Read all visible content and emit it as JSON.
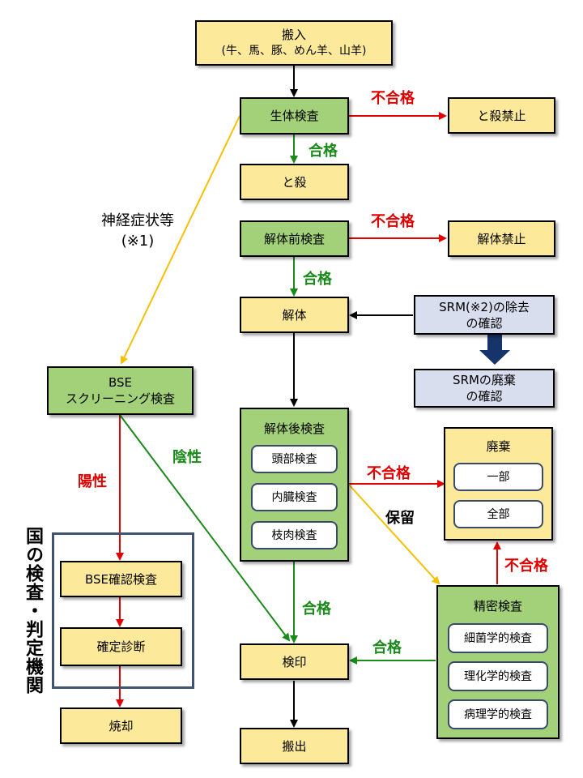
{
  "nodes": {
    "transport_in": {
      "line1": "搬入",
      "line2": "(牛、馬、豚、めん羊、山羊)"
    },
    "live_inspection": "生体検査",
    "slaughter_ban": "と殺禁止",
    "slaughter": "と殺",
    "pre_dressing_inspection": "解体前検査",
    "dressing_ban": "解体禁止",
    "dressing": "解体",
    "srm_removal": {
      "line1": "SRM(※2)の除去",
      "line2": "の確認"
    },
    "srm_disposal": {
      "line1": "SRMの廃棄",
      "line2": "の確認"
    },
    "bse_screening": {
      "line1": "BSE",
      "line2": "スクリーニング検査"
    },
    "post_dressing_inspection": {
      "title": "解体後検査",
      "items": [
        "頭部検査",
        "内臓検査",
        "枝肉検査"
      ]
    },
    "disposal": {
      "title": "廃棄",
      "items": [
        "一部",
        "全部"
      ]
    },
    "detailed_inspection": {
      "title": "精密検査",
      "items": [
        "細菌学的検査",
        "理化学的検査",
        "病理学的検査"
      ]
    },
    "bse_confirmation": "BSE確認検査",
    "confirmed_diagnosis": "確定診断",
    "incineration": "焼却",
    "stamp": "検印",
    "transport_out": "搬出"
  },
  "labels": {
    "fail": "不合格",
    "pass": "合格",
    "neuro_symptoms": "神経症状等",
    "note1": "(※1)",
    "positive": "陽性",
    "negative": "陰性",
    "hold": "保留",
    "national_agency": "国の検査・判定機関"
  },
  "colors": {
    "box_yellow": "#fde99a",
    "box_green": "#a3d17a",
    "box_blue": "#d8deee",
    "arrow_red": "#e00000",
    "arrow_green": "#1a8a1a",
    "arrow_yellow": "#f5c000",
    "arrow_navy": "#17336b"
  }
}
